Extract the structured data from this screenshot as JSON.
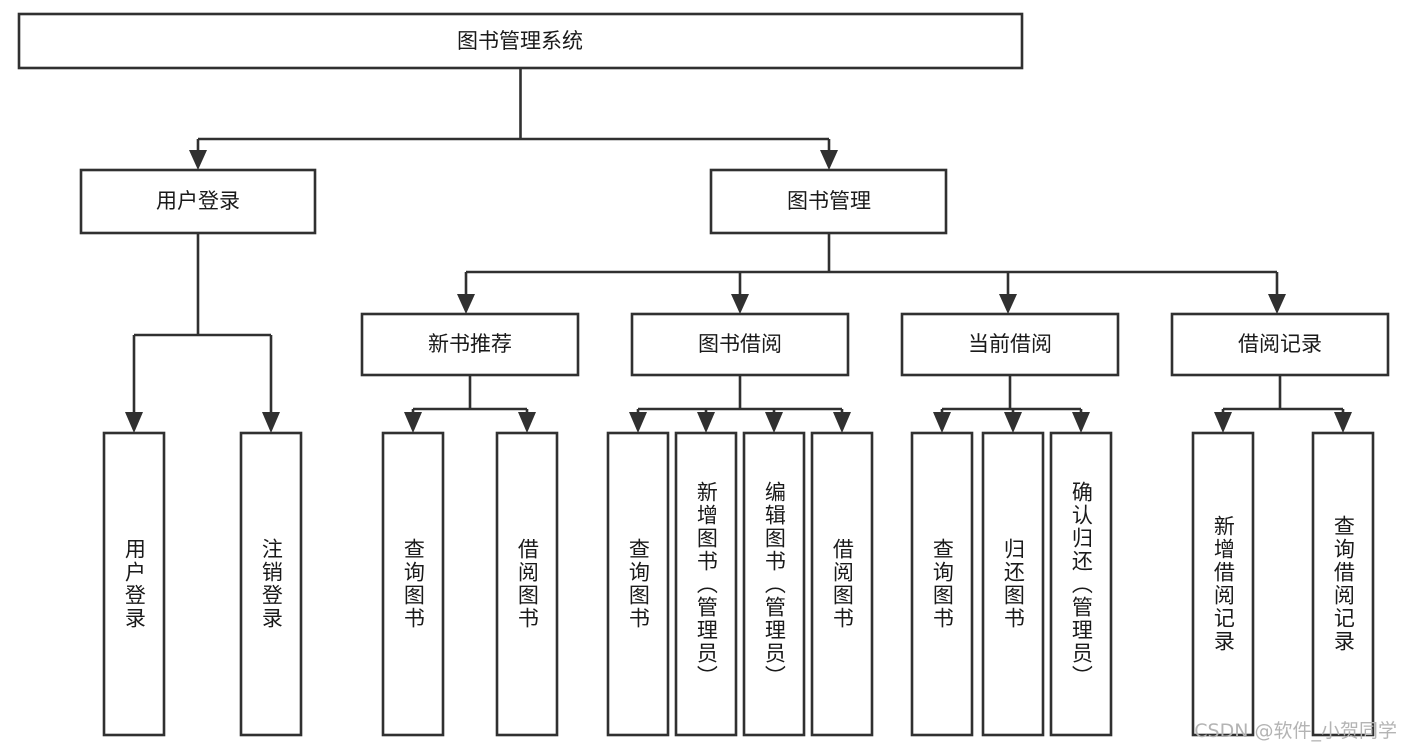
{
  "diagram": {
    "type": "tree",
    "title": "图书管理系统",
    "watermark": "CSDN @软件_小贺同学",
    "root": {
      "id": "root",
      "label": "图书管理系统",
      "orientation": "horizontal"
    },
    "level2": [
      {
        "id": "user-login",
        "label": "用户登录",
        "orientation": "horizontal"
      },
      {
        "id": "book-management",
        "label": "图书管理",
        "orientation": "horizontal"
      }
    ],
    "level3": [
      {
        "id": "new-book-recommend",
        "label": "新书推荐",
        "orientation": "horizontal",
        "parent": "book-management"
      },
      {
        "id": "book-borrow",
        "label": "图书借阅",
        "orientation": "horizontal",
        "parent": "book-management"
      },
      {
        "id": "current-borrow",
        "label": "当前借阅",
        "orientation": "horizontal",
        "parent": "book-management"
      },
      {
        "id": "borrow-record",
        "label": "借阅记录",
        "orientation": "horizontal",
        "parent": "book-management"
      }
    ],
    "leaves": [
      {
        "id": "leaf-user-login",
        "label": "用户登录",
        "parent": "user-login",
        "orientation": "vertical"
      },
      {
        "id": "leaf-logout",
        "label": "注销登录",
        "parent": "user-login",
        "orientation": "vertical"
      },
      {
        "id": "leaf-query-book-1",
        "label": "查询图书",
        "parent": "new-book-recommend",
        "orientation": "vertical"
      },
      {
        "id": "leaf-borrow-book-1",
        "label": "借阅图书",
        "parent": "new-book-recommend",
        "orientation": "vertical"
      },
      {
        "id": "leaf-query-book-2",
        "label": "查询图书",
        "parent": "book-borrow",
        "orientation": "vertical"
      },
      {
        "id": "leaf-add-book",
        "label": "新增图书（管理员）",
        "parent": "book-borrow",
        "orientation": "vertical"
      },
      {
        "id": "leaf-edit-book",
        "label": "编辑图书（管理员）",
        "parent": "book-borrow",
        "orientation": "vertical"
      },
      {
        "id": "leaf-borrow-book-2",
        "label": "借阅图书",
        "parent": "book-borrow",
        "orientation": "vertical"
      },
      {
        "id": "leaf-query-book-3",
        "label": "查询图书",
        "parent": "current-borrow",
        "orientation": "vertical"
      },
      {
        "id": "leaf-return-book",
        "label": "归还图书",
        "parent": "current-borrow",
        "orientation": "vertical"
      },
      {
        "id": "leaf-confirm-return",
        "label": "确认归还（管理员）",
        "parent": "current-borrow",
        "orientation": "vertical"
      },
      {
        "id": "leaf-add-record",
        "label": "新增借阅记录",
        "parent": "borrow-record",
        "orientation": "vertical"
      },
      {
        "id": "leaf-query-record",
        "label": "查询借阅记录",
        "parent": "borrow-record",
        "orientation": "vertical"
      }
    ],
    "colors": {
      "stroke": "#303030",
      "fill": "#ffffff",
      "text": "#1a1a1a",
      "watermark": "#b4b4b4",
      "background": "#ffffff"
    }
  }
}
